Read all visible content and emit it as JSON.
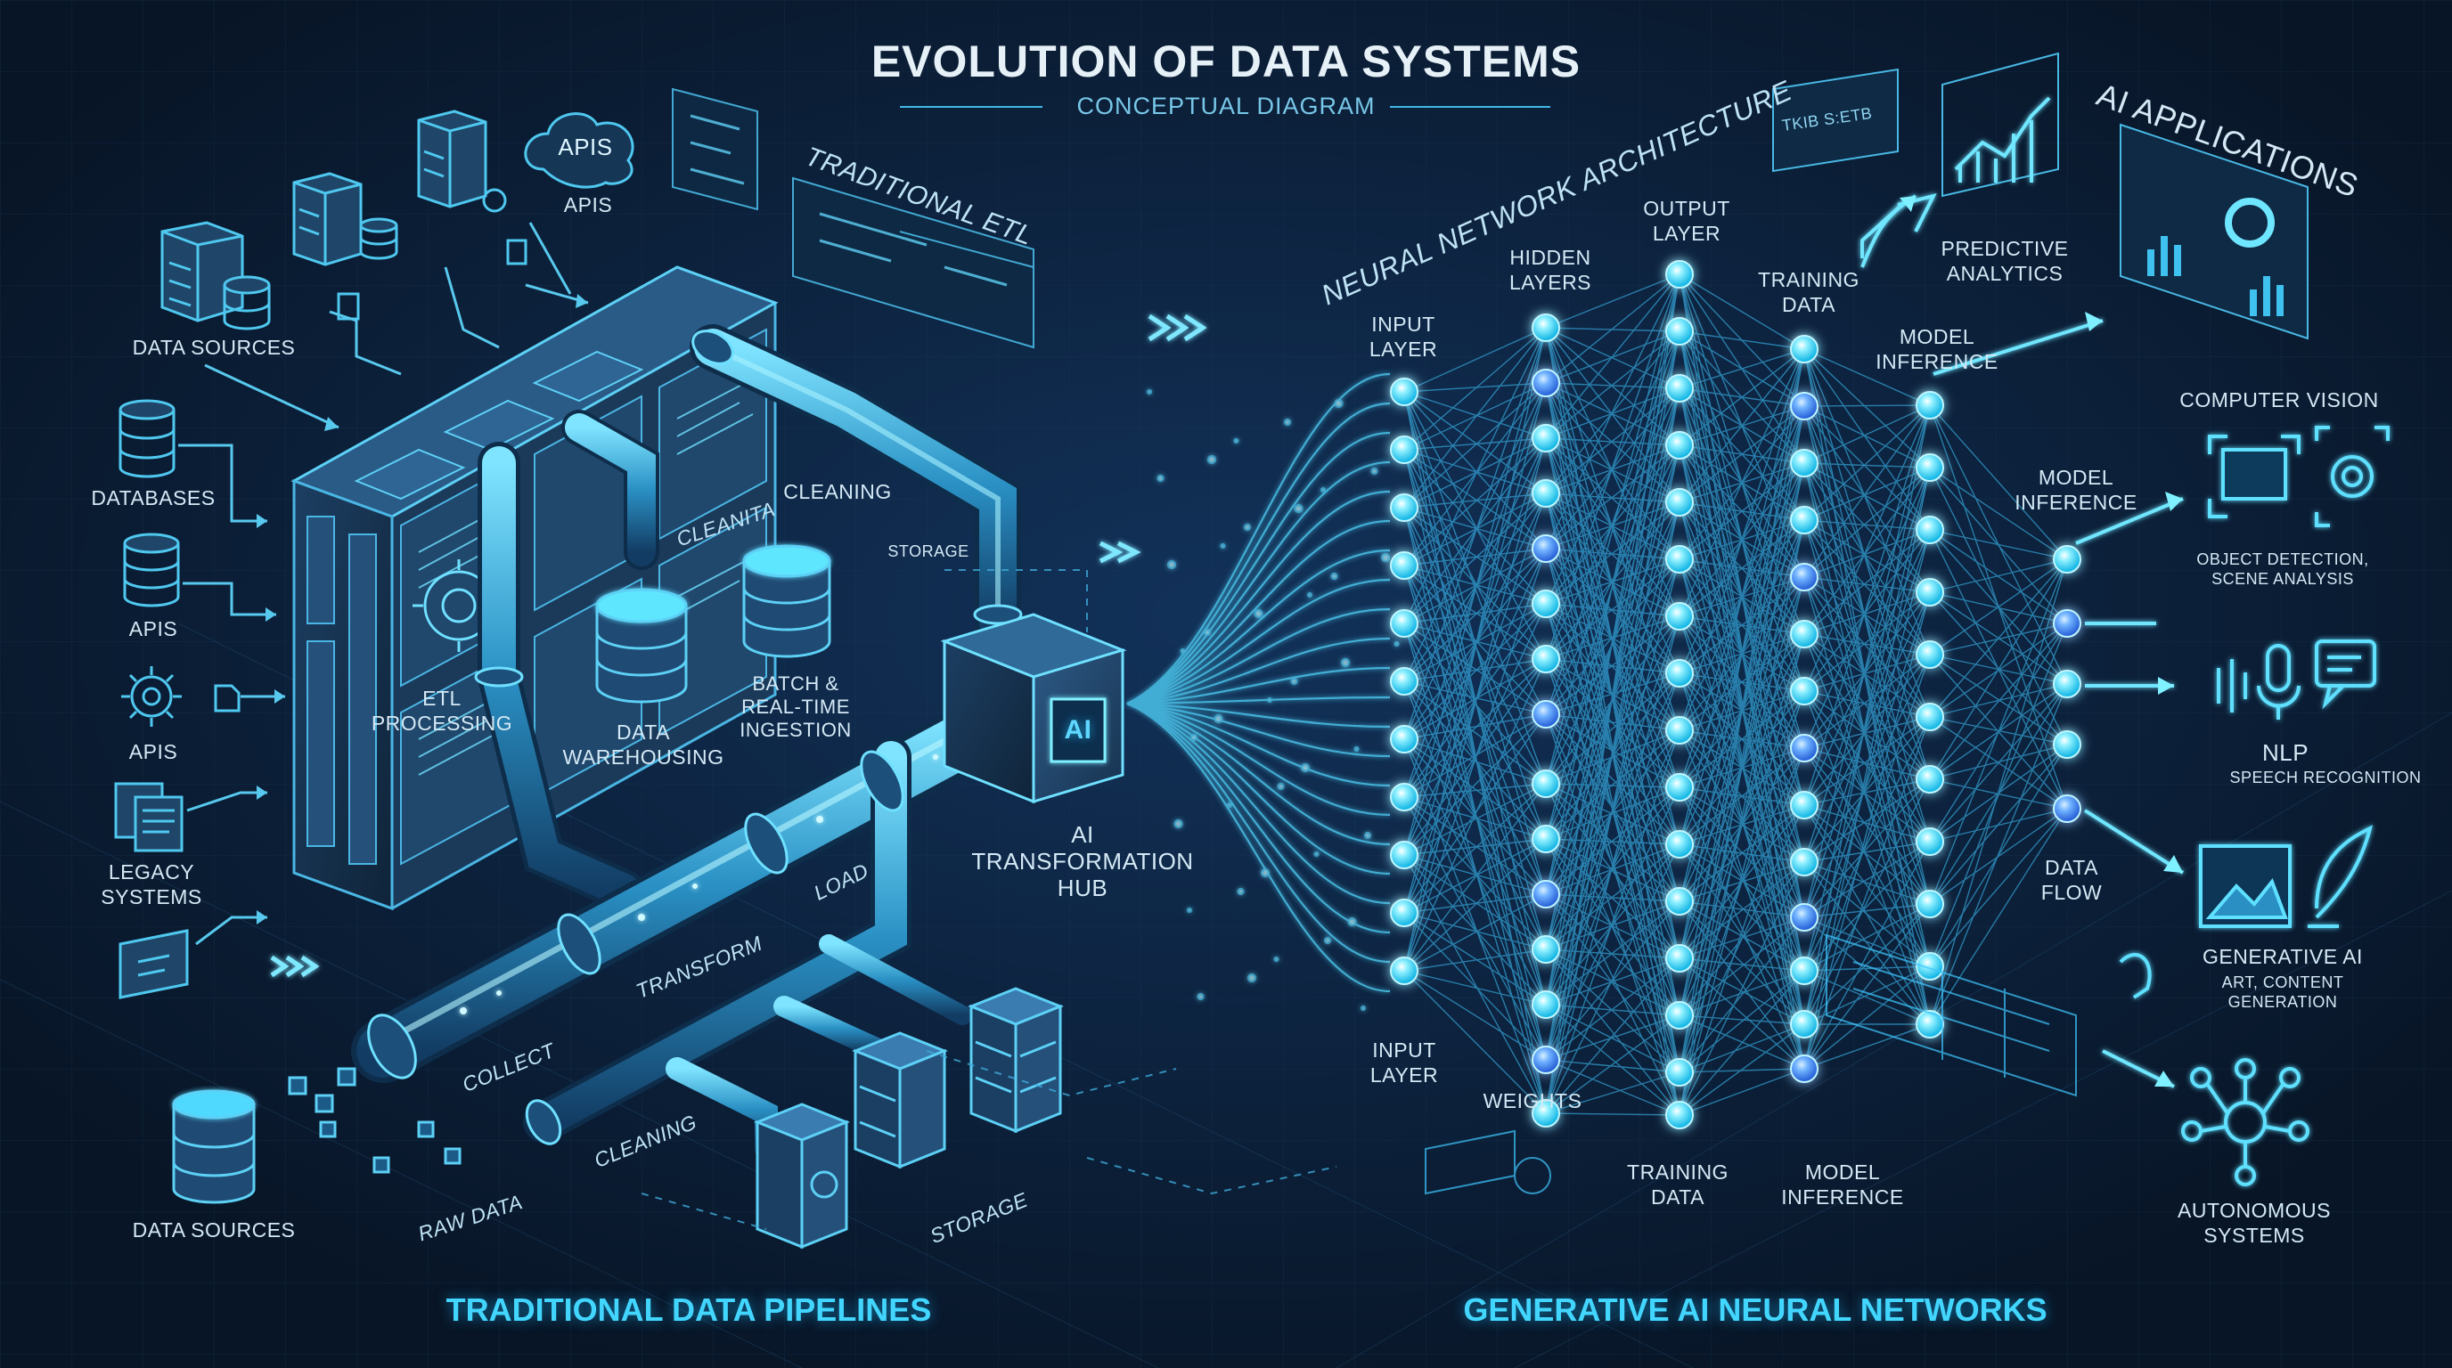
{
  "header": {
    "title": "EVOLUTION OF DATA SYSTEMS",
    "subtitle": "CONCEPTUAL DIAGRAM"
  },
  "left": {
    "data_sources_top": "DATA SOURCES",
    "databases": "DATABASES",
    "apis_1": "APIs",
    "apis_2": "APIs",
    "legacy_systems": "LEGACY\nSYSTEMS",
    "apis_cloud_badge": "APIs",
    "apis_top": "APIs",
    "data_sources_bottom": "DATA SOURCES",
    "raw_data": "RAW DATA",
    "traditional_etl": "TRADITIONAL ETL",
    "etl_processing": "ETL\nPROCESSING",
    "cleanita": "CLEANITA",
    "data_warehousing": "DATA\nWAREHOUSING",
    "cleaning_top": "CLEANING",
    "storage_top": "STORAGE",
    "batch_ingestion": "BATCH &\nREAL-TIME\nINGESTION",
    "collect": "COLLECT",
    "transform": "TRANSFORM",
    "load": "LOAD",
    "cleaning_bottom": "CLEANING",
    "storage_bottom": "STORAGE",
    "ai_chip": "AI",
    "ai_hub": "AI\nTRANSFORMATION\nHUB"
  },
  "network": {
    "architecture": "NEURAL NETWORK ARCHITECTURE",
    "input_layer_top": "INPUT\nLAYER",
    "hidden_layers": "HIDDEN\nLAYERS",
    "output_layer": "OUTPUT\nLAYER",
    "training_data_top": "TRAINING\nDATA",
    "model_inference_top": "MODEL\nINFERENCE",
    "model_inference_mid": "MODEL\nINFERENCE",
    "data_flow": "DATA\nFLOW",
    "input_layer_bottom": "INPUT\nLAYER",
    "weights": "WEIGHTS",
    "training_data_bottom": "TRAINING\nDATA",
    "model_inference_bottom": "MODEL\nINFERENCE",
    "panel_code": "TKIB    S:ETB"
  },
  "applications": {
    "title": "AI APPLICATIONS",
    "predictive": "PREDICTIVE\nANALYTICS",
    "computer_vision": "COMPUTER VISION",
    "object_detection": "OBJECT DETECTION,\nSCENE ANALYSIS",
    "nlp": "NLP",
    "speech": "SPEECH RECOGNITION",
    "generative": "GENERATIVE AI",
    "generative_sub": "ART, CONTENT\nGENERATION",
    "autonomous": "AUTONOMOUS\nSYSTEMS"
  },
  "footer": {
    "left": "TRADITIONAL DATA PIPELINES",
    "right": "GENERATIVE AI NEURAL NETWORKS"
  }
}
